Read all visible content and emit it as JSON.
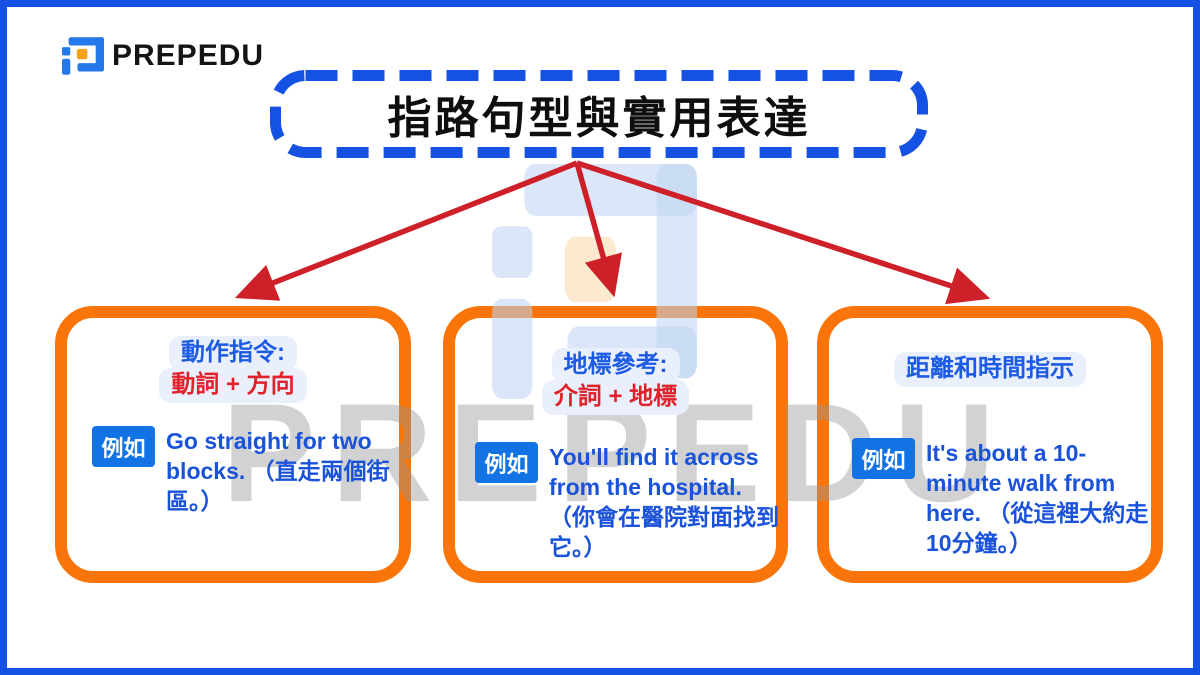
{
  "brand": {
    "name": "PREPEDU"
  },
  "watermark": {
    "text": "PREPEDU"
  },
  "title": "指路句型與實用表達",
  "badge_label": "例如",
  "cards": [
    {
      "heading_line1": "動作指令:",
      "heading_line2": "動詞 + 方向",
      "example_lines": [
        "Go straight for two",
        "blocks. （直走兩個街",
        "區。）",
        ""
      ]
    },
    {
      "heading_line1": "地標參考:",
      "heading_line2": "介詞 + 地標",
      "example_lines": [
        "You'll find it across",
        "from the hospital.",
        "（你會在醫院對面找到",
        "它。）"
      ]
    },
    {
      "heading_line1": "距離和時間指示",
      "heading_line2": "",
      "example_lines": [
        "It's about a 10-",
        "minute walk from",
        "here. （從這裡大約走",
        "10分鐘。）"
      ]
    }
  ],
  "colors": {
    "frame_blue": "#1552E3",
    "arrow_red": "#CE2028",
    "box_orange": "#F97509",
    "heading_blue": "#1D5BE4",
    "heading_red": "#E0222B",
    "badge_blue": "#1173E4",
    "example_blue": "#1A53D9",
    "logo_blue": "#2478EA",
    "logo_orange": "#F6A21E"
  }
}
